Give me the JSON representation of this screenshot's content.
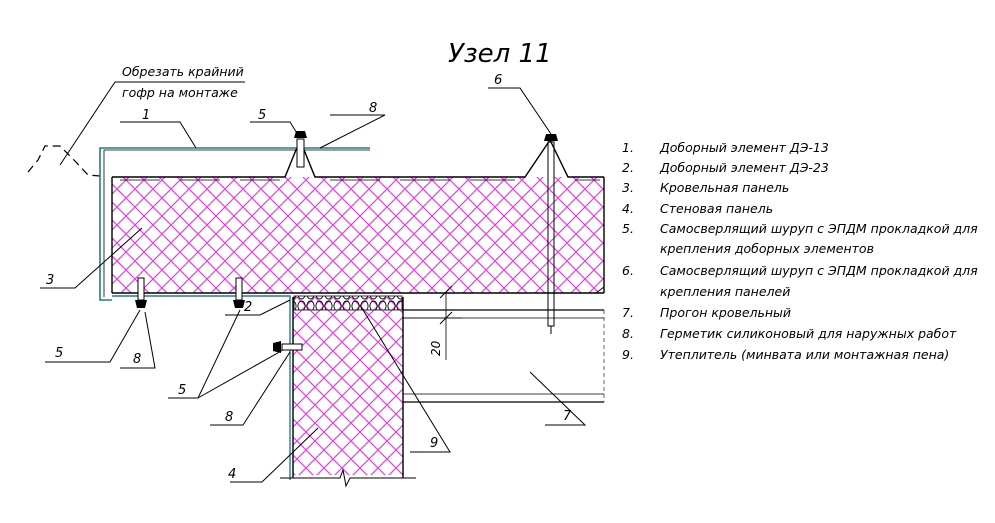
{
  "title": "Узел 11",
  "note": {
    "line1": "Обрезать крайний",
    "line2": "гофр на монтаже"
  },
  "callouts": {
    "c1": "1",
    "c2": "2",
    "c3": "3",
    "c4": "4",
    "c5a": "5",
    "c5b": "5",
    "c5c": "5",
    "c6": "6",
    "c7": "7",
    "c8a": "8",
    "c8b": "8",
    "c8c": "8",
    "c9": "9"
  },
  "dimension": "20",
  "legend": [
    {
      "num": "1.",
      "lines": [
        "Доборный элемент ДЭ-13"
      ]
    },
    {
      "num": "2.",
      "lines": [
        "Доборный элемент ДЭ-23"
      ]
    },
    {
      "num": "3.",
      "lines": [
        "Кровельная панель"
      ]
    },
    {
      "num": "4.",
      "lines": [
        "Стеновая панель"
      ]
    },
    {
      "num": "5.",
      "lines": [
        "Самосверлящий шуруп с ЭПДМ прокладкой для",
        "крепления доборных элементов"
      ]
    },
    {
      "num": "6.",
      "lines": [
        "Самосверлящий шуруп с ЭПДМ прокладкой для",
        "крепления панелей"
      ]
    },
    {
      "num": "7.",
      "lines": [
        "Прогон кровельный"
      ]
    },
    {
      "num": "8.",
      "lines": [
        "Герметик силиконовый для наружных работ"
      ]
    },
    {
      "num": "9.",
      "lines": [
        "Утеплитель (минвата или монтажная пена)"
      ]
    }
  ],
  "colors": {
    "line": "#000000",
    "insulation_hatch": "#e040e0",
    "flashing": "#2a7a8a"
  }
}
